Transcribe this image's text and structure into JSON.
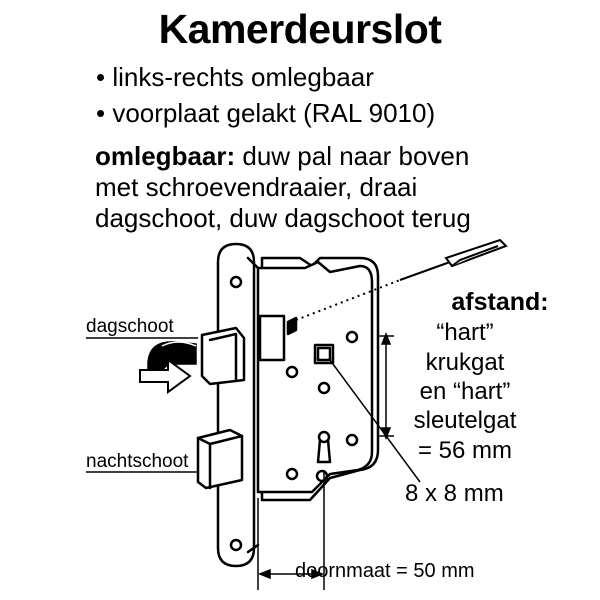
{
  "title": "Kamerdeurslot",
  "bullets": [
    "• links-rechts omlegbaar",
    "• voorplaat gelakt (RAL 9010)"
  ],
  "instructions": {
    "label": "omlegbaar:",
    "line1": " duw pal naar boven",
    "line2": "met schroevendraaier, draai",
    "line3": "dagschoot, duw dagschoot terug"
  },
  "callouts": {
    "afstand": "afstand:",
    "hart1": "“hart”",
    "krukgat": "krukgat",
    "hart2": "en “hart”",
    "sleutelgat": "sleutelgat",
    "distance": "= 56 mm",
    "spindle": "8 x 8 mm",
    "backset": "doornmaat = 50 mm"
  },
  "labels": {
    "dagschoot": "dagschoot",
    "nachtschoot": "nachtschoot"
  }
}
